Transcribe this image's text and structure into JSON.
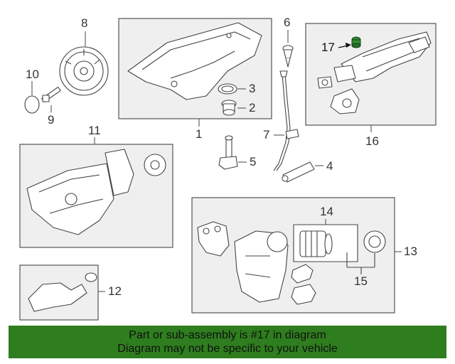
{
  "callouts": {
    "c1": "1",
    "c2": "2",
    "c3": "3",
    "c4": "4",
    "c5": "5",
    "c6": "6",
    "c7": "7",
    "c8": "8",
    "c9": "9",
    "c10": "10",
    "c11": "11",
    "c12": "12",
    "c13": "13",
    "c14": "14",
    "c15": "15",
    "c16": "16",
    "c17": "17"
  },
  "banner": {
    "line1": "Part or sub-assembly is #17 in diagram",
    "line2": "Diagram may not be specific to your vehicle"
  },
  "colors": {
    "banner_bg": "#2e7d1e",
    "highlight_part": "#2f8f2f",
    "box_fill": "#efefef"
  }
}
